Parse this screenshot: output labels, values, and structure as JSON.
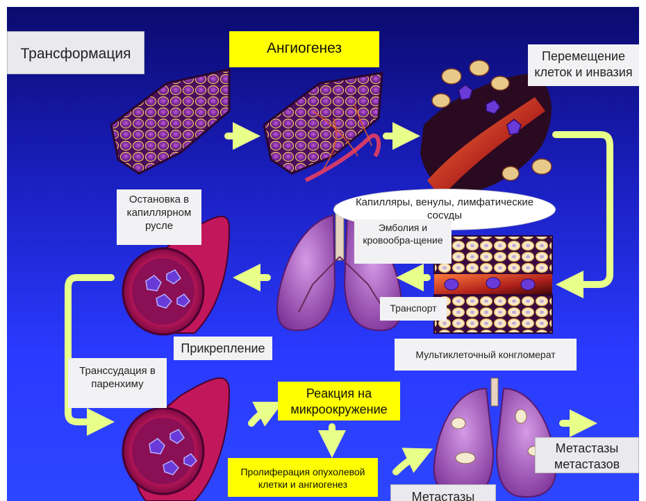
{
  "labels": {
    "transformation": "Трансформация",
    "angiogenesis": "Ангиогенез",
    "migration_invasion": "Перемещение клеток и инвазия",
    "capillaries": "Капилляры, венулы, лимфатические сосуды",
    "arrest_capillary": "Остановка в капиллярном русле",
    "embolism": "Эмболия и кровообра-щение",
    "transport": "Транспорт",
    "attachment": "Прикрепление",
    "multicellular": "Мультиклеточный конгломерат",
    "transudation": "Транссудация в паренхиму",
    "microenv_reaction": "Реакция на микроокружение",
    "proliferation": "Пролиферация опухолевой клетки и ангиогенез",
    "metastases": "Метастазы",
    "metastases_of_metastases": "Метастазы метастазов"
  },
  "colors": {
    "background_top": "#0b0a6e",
    "background_bottom": "#2d46ff",
    "arrow": "#d8ff7a",
    "highlight_box": "#ffff00",
    "tissue": "#8a2a9a",
    "vessel": "#c0332a"
  }
}
